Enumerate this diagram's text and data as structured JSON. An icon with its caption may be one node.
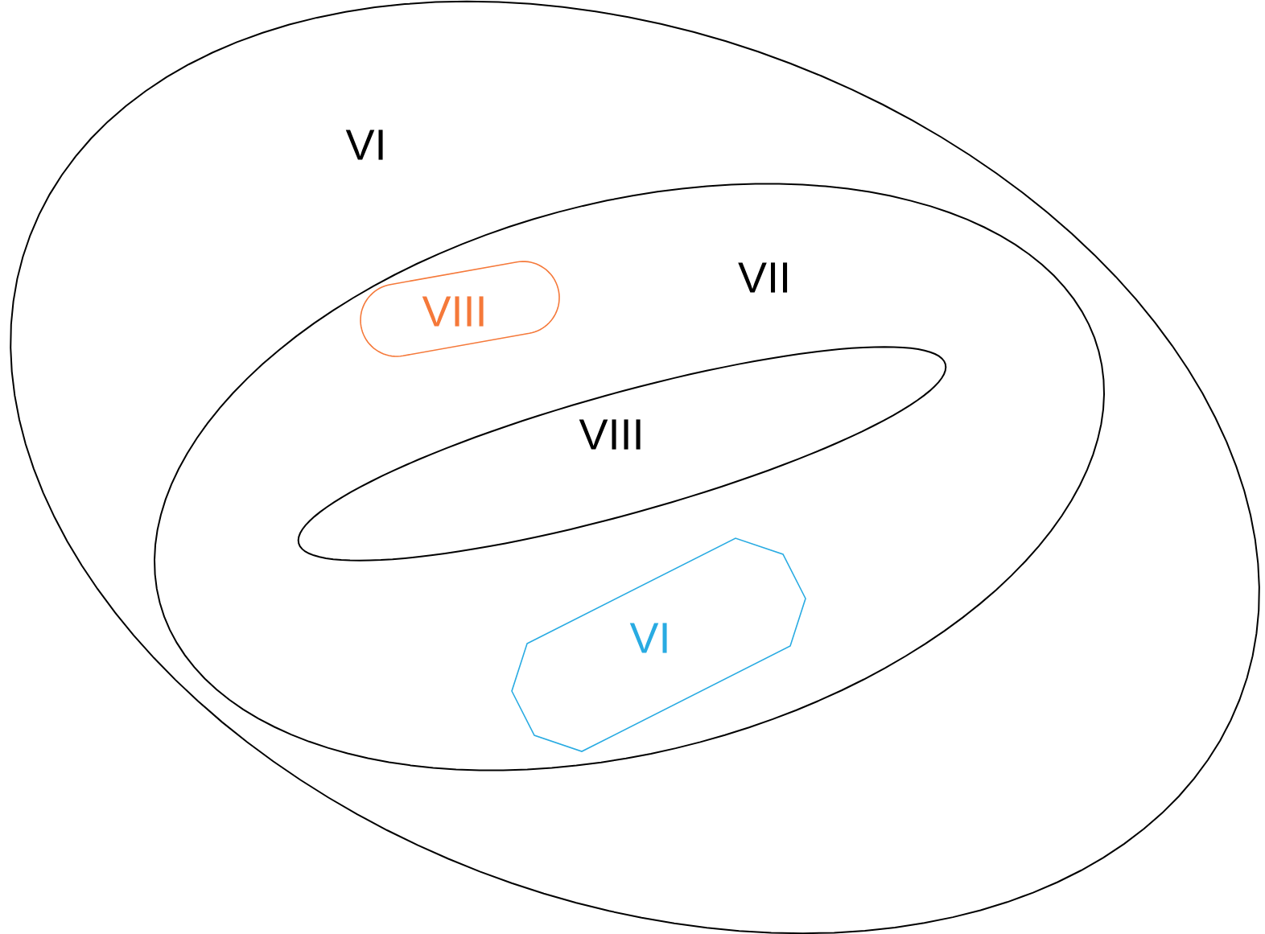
{
  "diagram": {
    "nodes": [
      {
        "text": [
          "VI"
        ]
      },
      {
        "text": [
          "VII"
        ],
        "in": 0
      },
      {
        "text": [
          "VIII"
        ],
        "in": 1
      },
      {
        "text": [
          "VIII"
        ],
        "in": 1
      },
      {
        "text": [
          "VI"
        ],
        "in": 1
      }
    ]
  }
}
